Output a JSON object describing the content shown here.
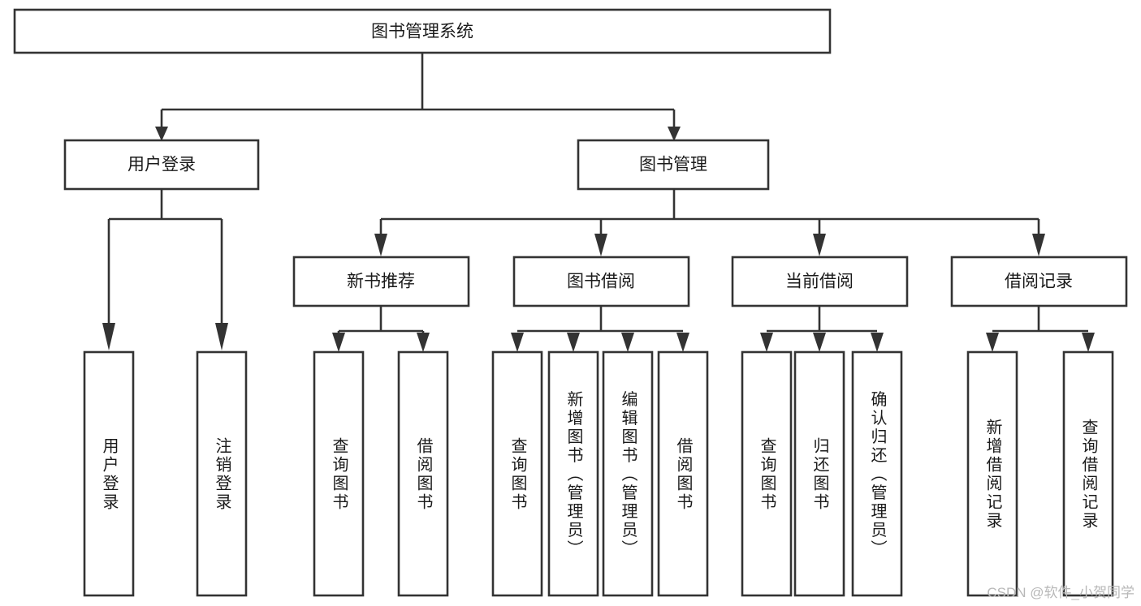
{
  "diagram": {
    "type": "tree-hierarchy-chart",
    "title": "图书管理系统",
    "watermark": "CSDN @软件_小贺同学",
    "colors": {
      "box_stroke": "#333333",
      "box_fill": "#ffffff",
      "text": "#1a1a1a",
      "background": "#ffffff",
      "watermark": "#b8b8b8"
    },
    "root": {
      "label": "图书管理系统",
      "orientation": "horizontal"
    },
    "level2": [
      {
        "label": "用户登录",
        "orientation": "horizontal"
      },
      {
        "label": "图书管理",
        "orientation": "horizontal"
      }
    ],
    "level3": [
      {
        "label": "新书推荐",
        "orientation": "horizontal",
        "parent": "图书管理"
      },
      {
        "label": "图书借阅",
        "orientation": "horizontal",
        "parent": "图书管理"
      },
      {
        "label": "当前借阅",
        "orientation": "horizontal",
        "parent": "图书管理"
      },
      {
        "label": "借阅记录",
        "orientation": "horizontal",
        "parent": "图书管理"
      }
    ],
    "leaves": {
      "用户登录": [
        {
          "label": "用户登录",
          "orientation": "vertical"
        },
        {
          "label": "注销登录",
          "orientation": "vertical"
        }
      ],
      "新书推荐": [
        {
          "label": "查询图书",
          "orientation": "vertical"
        },
        {
          "label": "借阅图书",
          "orientation": "vertical"
        }
      ],
      "图书借阅": [
        {
          "label": "查询图书",
          "orientation": "vertical"
        },
        {
          "label": "新增图书（管理员）",
          "orientation": "vertical"
        },
        {
          "label": "编辑图书（管理员）",
          "orientation": "vertical"
        },
        {
          "label": "借阅图书",
          "orientation": "vertical"
        }
      ],
      "当前借阅": [
        {
          "label": "查询图书",
          "orientation": "vertical"
        },
        {
          "label": "归还图书",
          "orientation": "vertical"
        },
        {
          "label": "确认归还（管理员）",
          "orientation": "vertical"
        }
      ],
      "借阅记录": [
        {
          "label": "新增借阅记录",
          "orientation": "vertical"
        },
        {
          "label": "查询借阅记录",
          "orientation": "vertical"
        }
      ]
    }
  }
}
